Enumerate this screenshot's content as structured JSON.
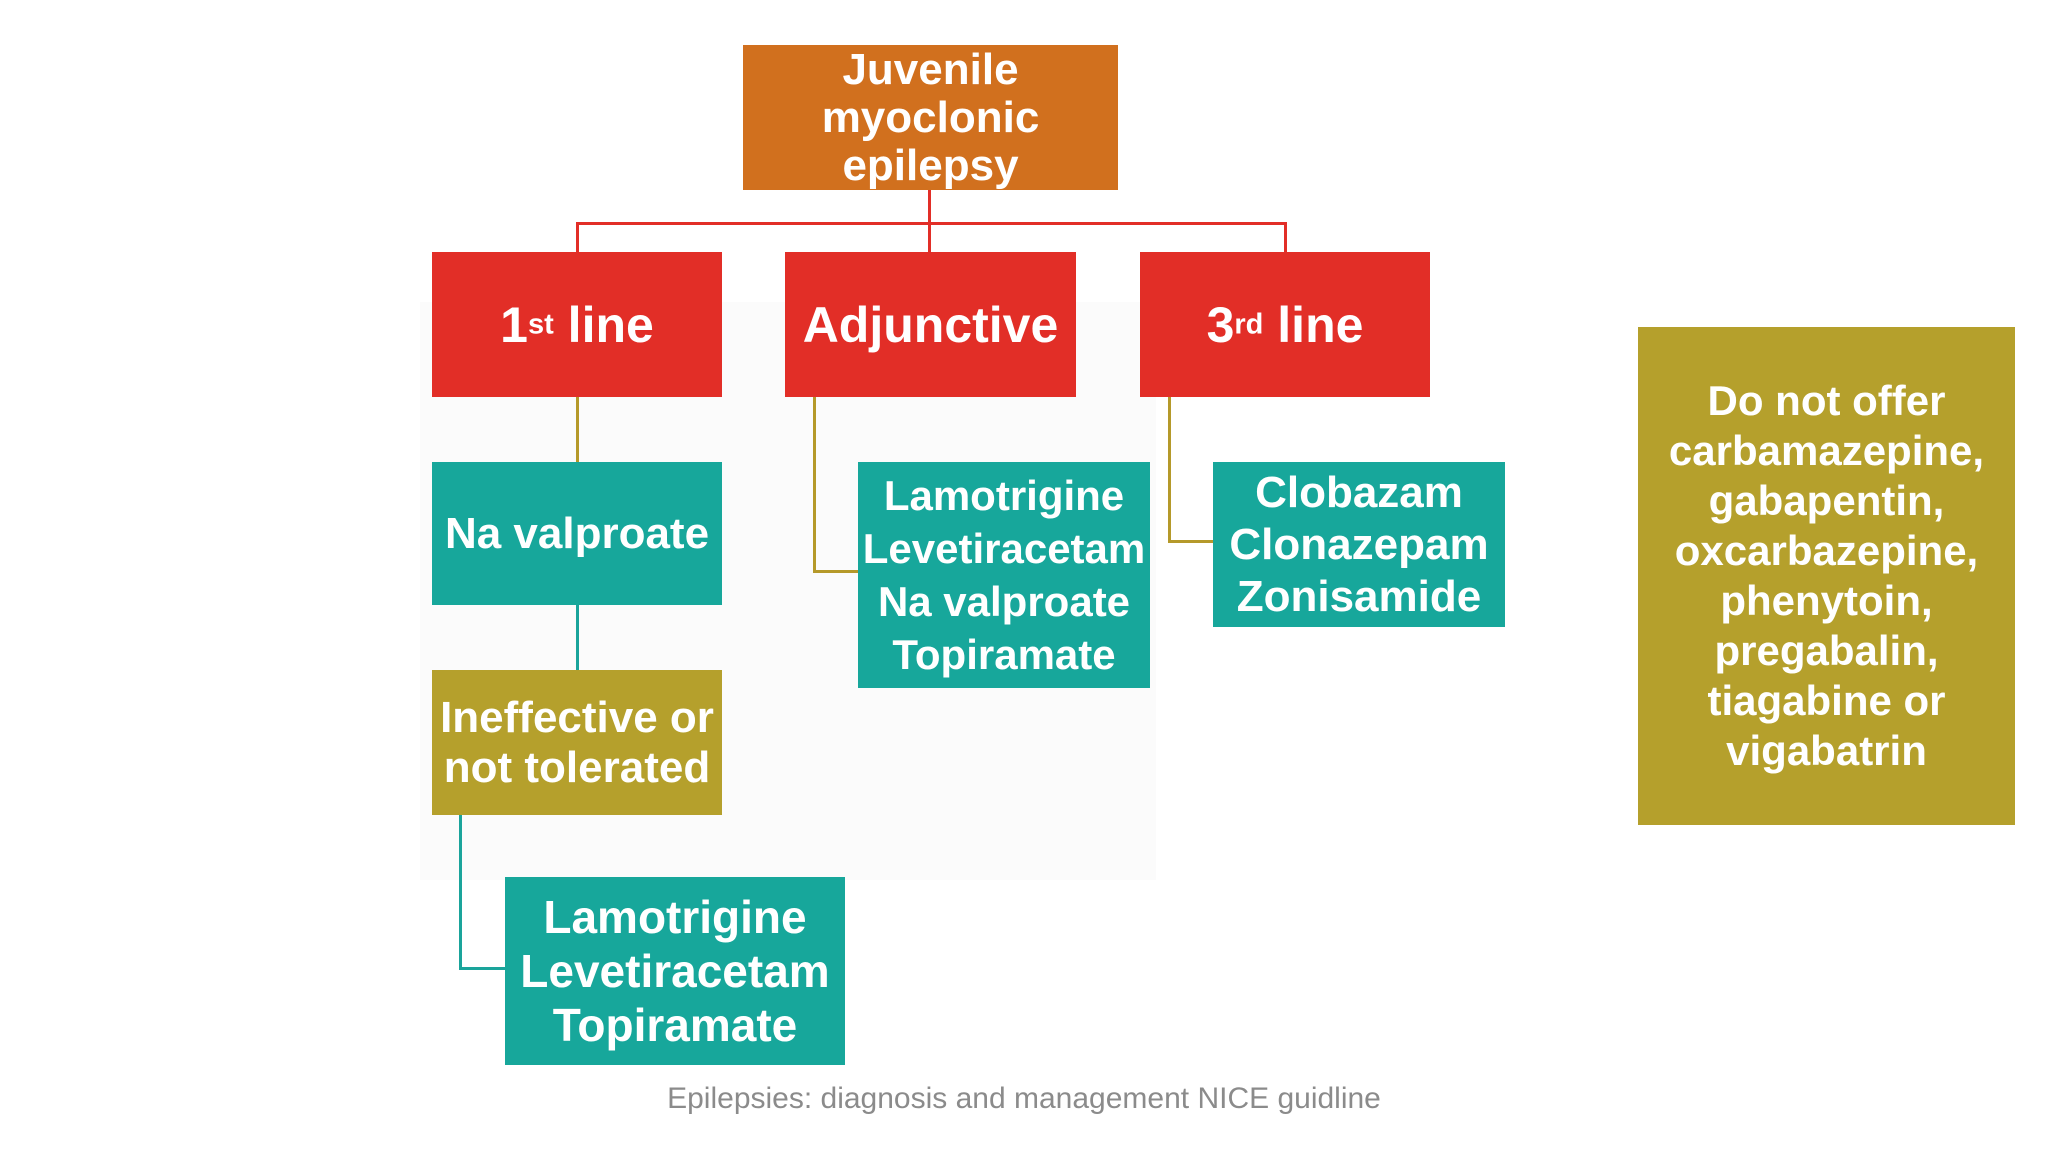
{
  "colors": {
    "orange": "#d1701e",
    "red": "#e22e27",
    "teal": "#17a79b",
    "olive": "#b5a02c",
    "olive_line": "#b5992a",
    "teal_line": "#1aa49b",
    "red_line": "#e22e27",
    "footer_gray": "#8b8b8b",
    "text_white": "#ffffff",
    "background": "#ffffff",
    "faint_panel": "#fbfbfb"
  },
  "nodes": {
    "root": {
      "lines": [
        "Juvenile",
        "myoclonic",
        "epilepsy"
      ]
    },
    "first_line": {
      "prefix": "1",
      "sup": "st",
      "suffix": " line"
    },
    "adjunctive": {
      "label": "Adjunctive"
    },
    "third_line": {
      "prefix": "3",
      "sup": "rd",
      "suffix": " line"
    },
    "na_valproate": {
      "lines": [
        "Na valproate"
      ]
    },
    "ineffective": {
      "lines": [
        "Ineffective or",
        "not tolerated"
      ]
    },
    "first_line_alternatives": {
      "lines": [
        "Lamotrigine",
        "Levetiracetam",
        "Topiramate"
      ]
    },
    "adjunctive_drugs": {
      "lines": [
        "Lamotrigine",
        "Levetiracetam",
        "Na valproate",
        "Topiramate"
      ]
    },
    "third_line_drugs": {
      "lines": [
        "Clobazam",
        "Clonazepam",
        "Zonisamide"
      ]
    },
    "do_not_offer": {
      "lines": [
        "Do not offer",
        "carbamazepine,",
        "gabapentin,",
        "oxcarbazepine,",
        "phenytoin,",
        "pregabalin,",
        "tiagabine or",
        "vigabatrin"
      ]
    }
  },
  "footer": {
    "caption": "Epilepsies: diagnosis and management NICE guidline"
  }
}
